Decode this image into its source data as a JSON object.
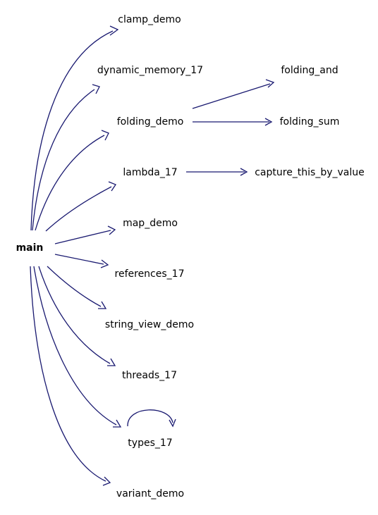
{
  "graph": {
    "edge_color": "#191970",
    "nodes": {
      "main": "main",
      "clamp_demo": "clamp_demo",
      "dynamic_memory_17": "dynamic_memory_17",
      "folding_demo": "folding_demo",
      "folding_and": "folding_and",
      "folding_sum": "folding_sum",
      "lambda_17": "lambda_17",
      "capture_this_by_value": "capture_this_by_value",
      "map_demo": "map_demo",
      "references_17": "references_17",
      "string_view_demo": "string_view_demo",
      "threads_17": "threads_17",
      "types_17": "types_17",
      "variant_demo": "variant_demo"
    },
    "edges": [
      [
        "main",
        "clamp_demo"
      ],
      [
        "main",
        "dynamic_memory_17"
      ],
      [
        "main",
        "folding_demo"
      ],
      [
        "main",
        "lambda_17"
      ],
      [
        "main",
        "map_demo"
      ],
      [
        "main",
        "references_17"
      ],
      [
        "main",
        "string_view_demo"
      ],
      [
        "main",
        "threads_17"
      ],
      [
        "main",
        "types_17"
      ],
      [
        "main",
        "variant_demo"
      ],
      [
        "folding_demo",
        "folding_and"
      ],
      [
        "folding_demo",
        "folding_sum"
      ],
      [
        "lambda_17",
        "capture_this_by_value"
      ],
      [
        "types_17",
        "types_17"
      ]
    ]
  }
}
